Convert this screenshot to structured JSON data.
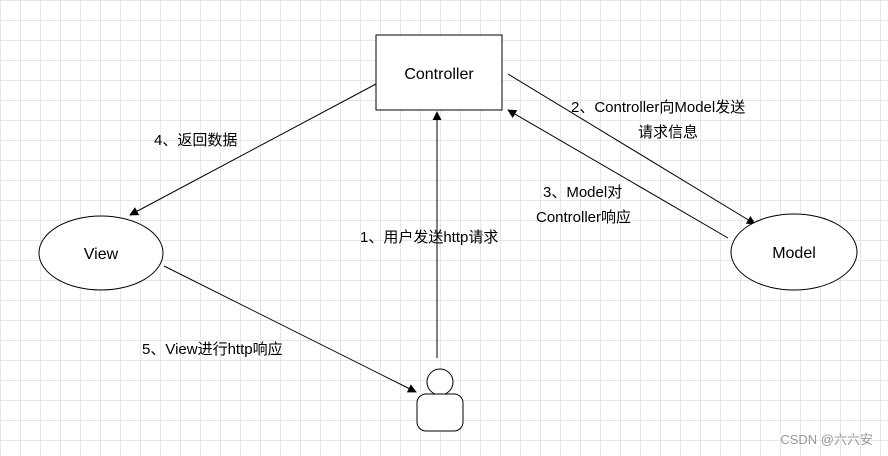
{
  "nodes": {
    "controller": {
      "label": "Controller"
    },
    "view": {
      "label": "View"
    },
    "model": {
      "label": "Model"
    },
    "user": {
      "icon": "user-icon"
    }
  },
  "edges": {
    "user_to_controller": {
      "label": "1、用户发送http请求"
    },
    "controller_to_model": {
      "label_line1": "2、Controller向Model发送",
      "label_line2": "请求信息"
    },
    "model_to_controller": {
      "label_line1": "3、Model对",
      "label_line2": "Controller响应"
    },
    "controller_to_view": {
      "label": "4、返回数据"
    },
    "view_to_user": {
      "label": "5、View进行http响应"
    }
  },
  "watermark": "CSDN @六六安"
}
